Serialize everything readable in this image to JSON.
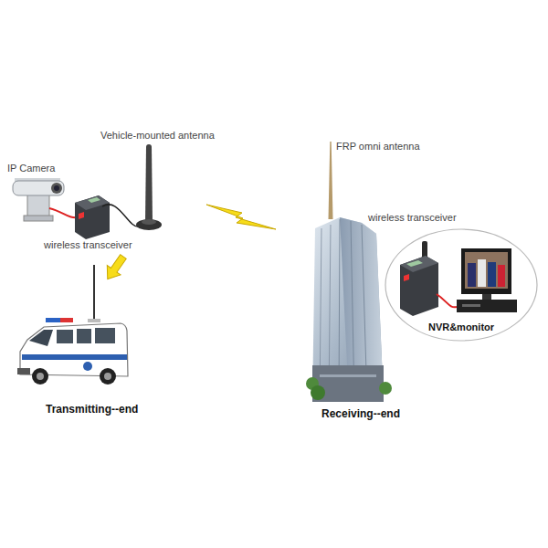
{
  "diagram": {
    "nodes": [
      {
        "text": [
          "wireless transceiver",
          "NVR&monitor"
        ]
      }
    ],
    "labels": [
      "Vehicle-mounted antenna",
      "FRP omni antenna",
      "IP Camera",
      "wireless transceiver",
      "Transmitting--end",
      "Receiving--end"
    ]
  }
}
